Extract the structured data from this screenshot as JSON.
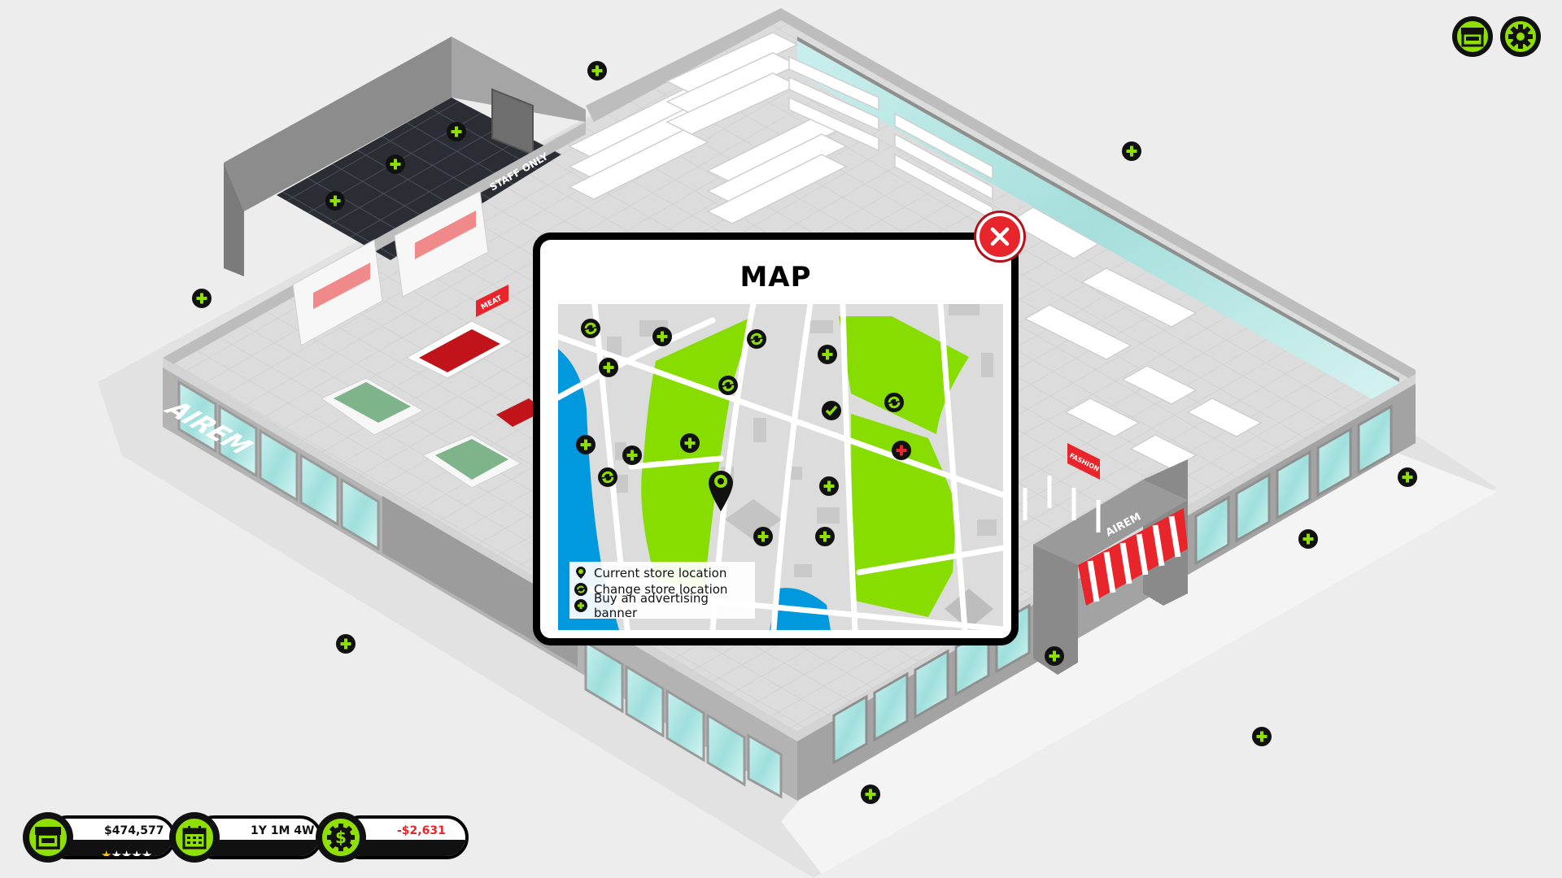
{
  "colors": {
    "accent": "#8fe000",
    "marker_bg": "#111111",
    "close_red": "#e8252b",
    "park_green": "#88dd00",
    "water_blue": "#0099dd",
    "negative_money": "#e8252b"
  },
  "store": {
    "sign_name": "AIREM",
    "staff_sign": "STAFF ONLY",
    "meat_sign": "MEAT",
    "fashion_sign": "FASHION",
    "entrance_sign": "AIREM"
  },
  "top_buttons": [
    {
      "name": "store-button",
      "icon": "store-icon"
    },
    {
      "name": "settings-button",
      "icon": "gear-icon"
    }
  ],
  "map_modal": {
    "title": "MAP",
    "close_icon": "close-icon",
    "legend": [
      {
        "icon": "location-pin-icon",
        "label": "Current store location"
      },
      {
        "icon": "swap-icon",
        "label": "Change store location"
      },
      {
        "icon": "plus-icon",
        "label": "Buy an advertising banner"
      }
    ]
  },
  "hud": {
    "money": "$474,577",
    "rating_stars": 5,
    "rating_filled": 1,
    "time": "1Y 1M 4W",
    "balance": "-$2,631"
  }
}
